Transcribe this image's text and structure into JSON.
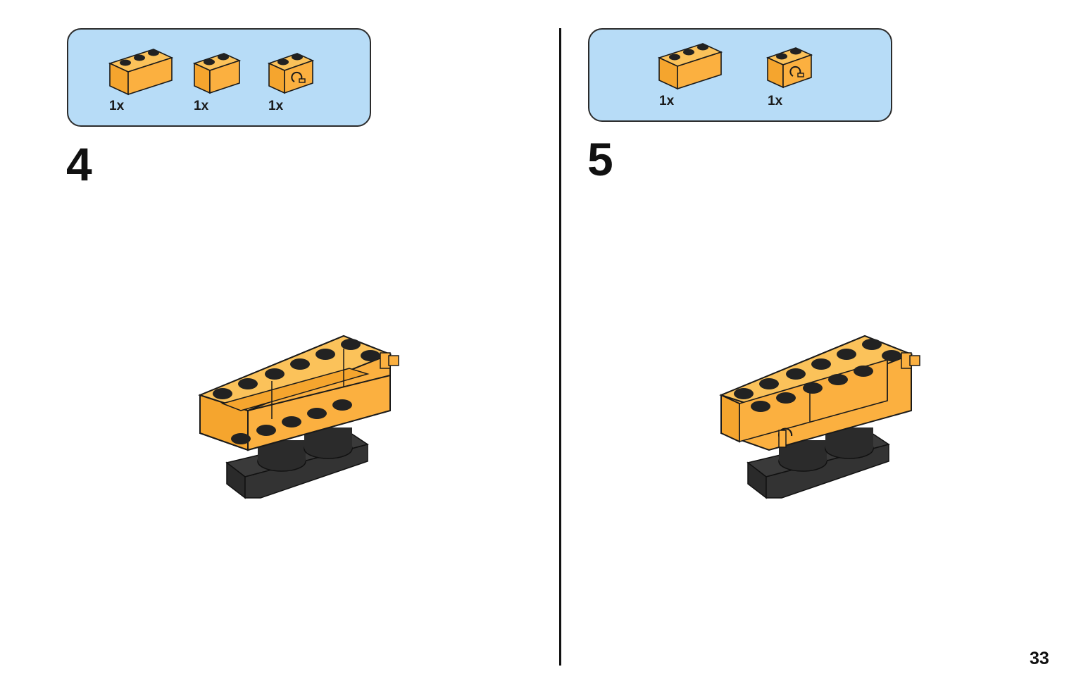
{
  "left_step": {
    "number": "4",
    "parts": [
      {
        "icon": "orange-brick-1x3-icon",
        "qty": "1x"
      },
      {
        "icon": "orange-brick-1x2-icon",
        "qty": "1x"
      },
      {
        "icon": "orange-brick-1x2-with-clip-icon",
        "qty": "1x"
      }
    ]
  },
  "right_step": {
    "number": "5",
    "parts": [
      {
        "icon": "orange-brick-1x3-icon",
        "qty": "1x"
      },
      {
        "icon": "orange-brick-1x2-with-clip-icon",
        "qty": "1x"
      }
    ]
  },
  "page_number": "33",
  "colors": {
    "brick_orange": "#fbb040",
    "brick_orange_dark": "#e8962a",
    "parts_box_bg": "#b7dcf7",
    "outline": "#1a1a1a",
    "base_dark": "#2e2e2e"
  }
}
